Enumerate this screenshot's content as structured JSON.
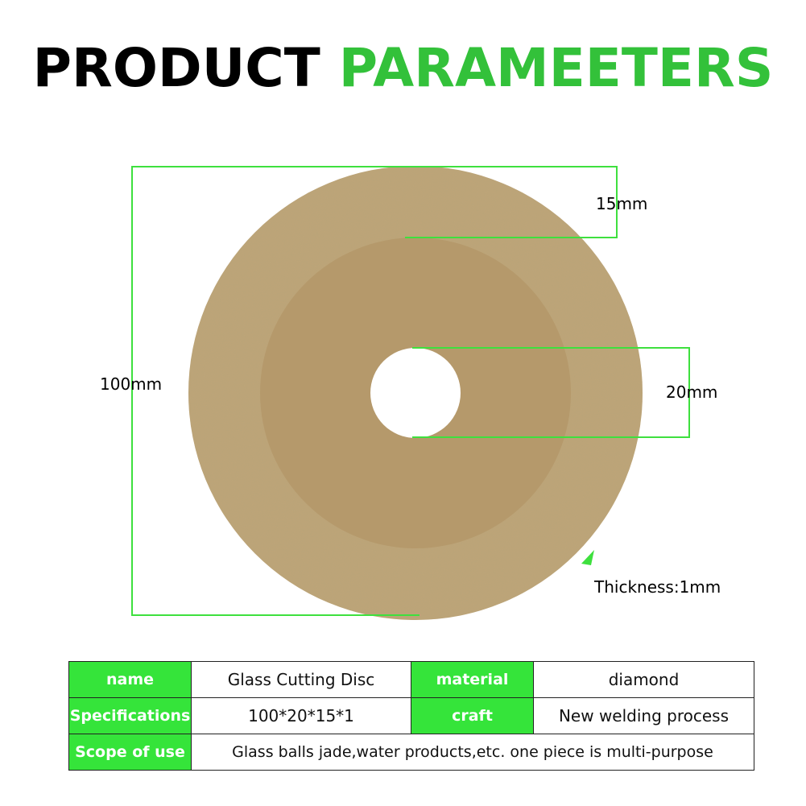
{
  "title": {
    "word1": "PRODUCT",
    "word2": "PARAMEETERS"
  },
  "colors": {
    "accent": "#33c13a",
    "table_key_bg": "#35e43a",
    "disc_outer": "#bfa577",
    "disc_inner": "#b5996b"
  },
  "dimensions": {
    "outer_diameter": "100mm",
    "rim_width": "15mm",
    "bore": "20mm",
    "thickness": "Thickness:1mm"
  },
  "table": {
    "row1": {
      "key1": "name",
      "val1": "Glass Cutting Disc",
      "key2": "material",
      "val2": "diamond"
    },
    "row2": {
      "key1": "Specifications",
      "val1": "100*20*15*1",
      "key2": "craft",
      "val2": "New welding process"
    },
    "row3": {
      "key1": "Scope of use",
      "val1": "Glass balls jade,water products,etc. one piece is multi-purpose"
    }
  }
}
